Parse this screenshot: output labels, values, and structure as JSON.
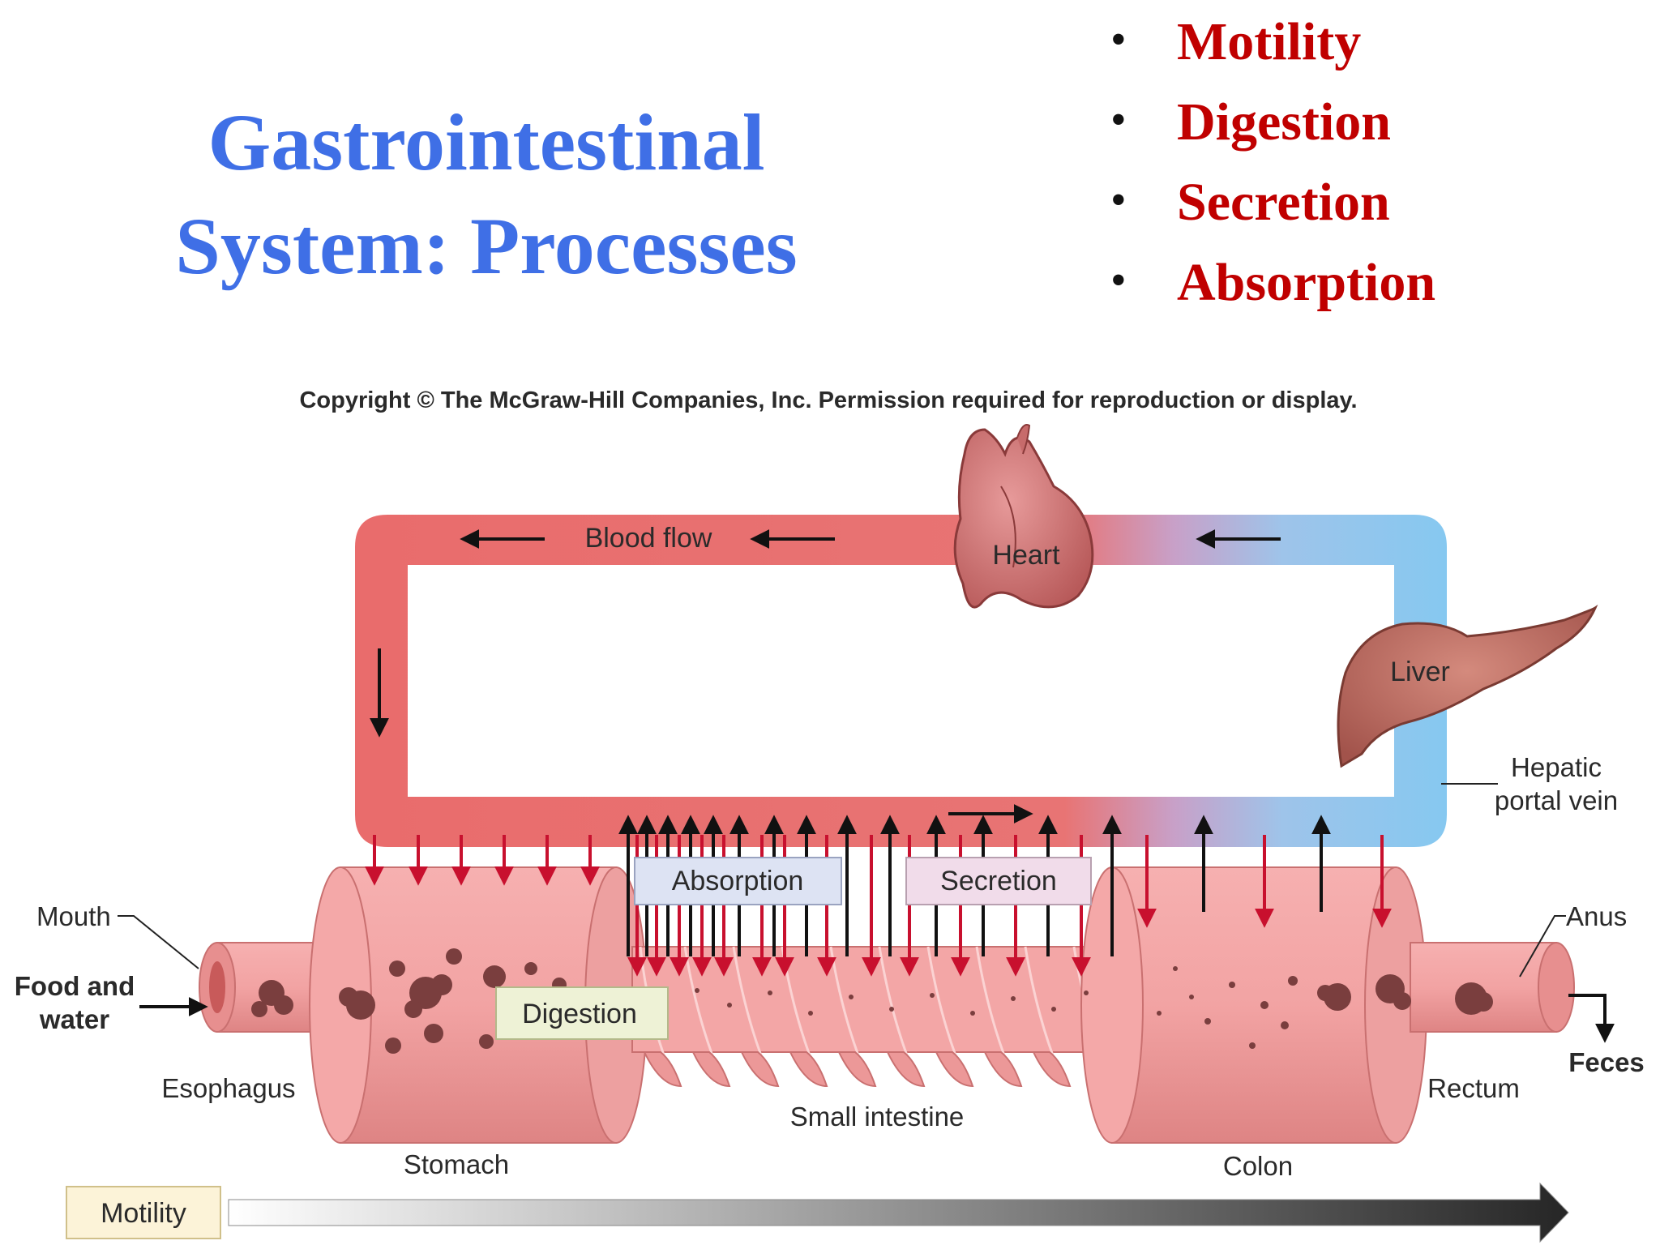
{
  "title": {
    "line1": "Gastrointestinal",
    "line2": "System: Processes"
  },
  "bullets": [
    "Motility",
    "Digestion",
    "Secretion",
    "Absorption"
  ],
  "diagram": {
    "copyright": "Copyright © The McGraw-Hill Companies, Inc. Permission required for reproduction or display.",
    "labels": {
      "blood_flow": "Blood flow",
      "heart": "Heart",
      "liver": "Liver",
      "hepatic_line1": "Hepatic",
      "hepatic_line2": "portal vein",
      "absorption": "Absorption",
      "secretion": "Secretion",
      "digestion": "Digestion",
      "mouth": "Mouth",
      "food_line1": "Food and",
      "food_line2": "water",
      "esophagus": "Esophagus",
      "stomach": "Stomach",
      "small_intestine": "Small intestine",
      "colon": "Colon",
      "rectum": "Rectum",
      "anus": "Anus",
      "feces": "Feces",
      "motility": "Motility"
    }
  },
  "colors": {
    "title": "#3f6fe6",
    "bullets": "#c00000",
    "artery": "#e86c6c",
    "vein": "#8fcaf0",
    "gut": "#f0a0a0",
    "secretion_arrow": "#c8102e",
    "absorption_arrow": "#111111"
  }
}
